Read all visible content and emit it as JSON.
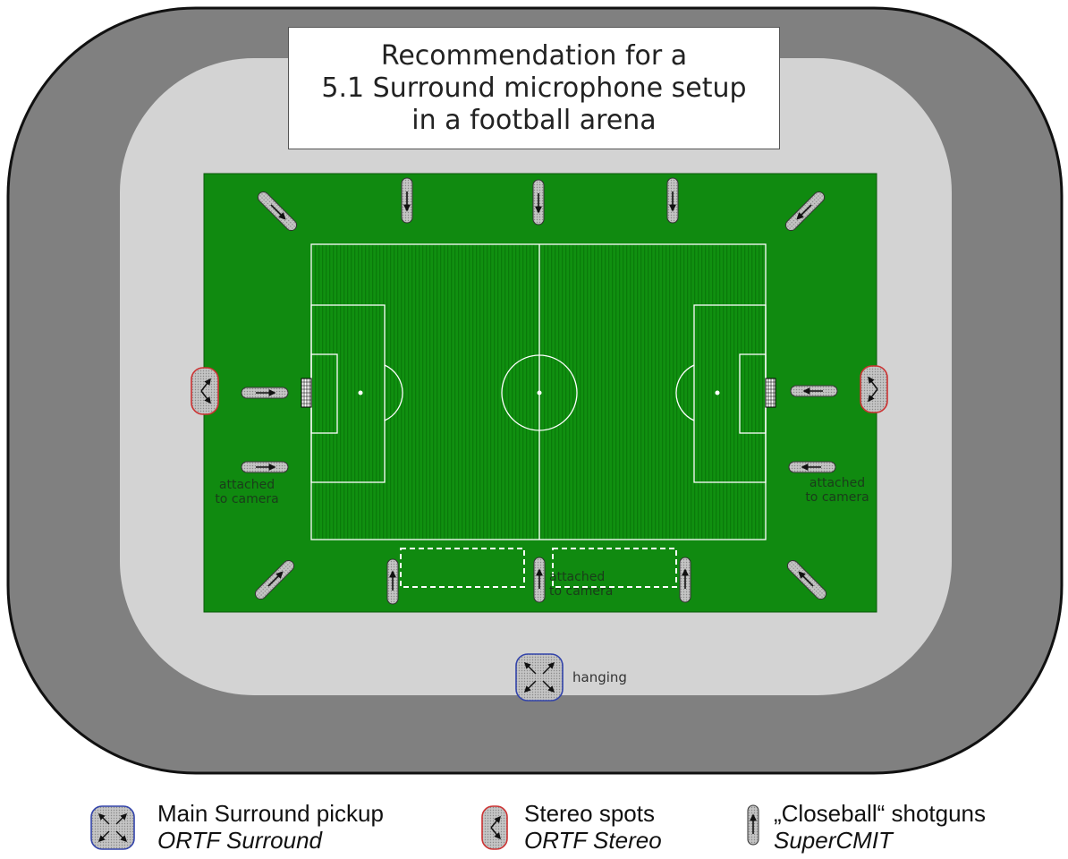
{
  "title": {
    "line1": "Recommendation for a",
    "line2": "5.1 Surround microphone setup",
    "line3": "in a football arena"
  },
  "labels": {
    "left_camera": [
      "attached",
      "to camera"
    ],
    "right_camera": [
      "attached",
      "to camera"
    ],
    "bottom_camera": [
      "attached",
      "to camera"
    ],
    "hanging": "hanging"
  },
  "legend": {
    "main": {
      "title": "Main Surround pickup",
      "subtitle": "ORTF Surround",
      "icon": "surround-mic-icon"
    },
    "stereo": {
      "title": "Stereo spots",
      "subtitle": "ORTF Stereo",
      "icon": "stereo-mic-icon"
    },
    "shotgun": {
      "title": "„Closeball“ shotguns",
      "subtitle": "SuperCMIT",
      "icon": "shotgun-mic-icon"
    }
  },
  "colors": {
    "outer_ring": "#808080",
    "inner_track": "#d0d0d0",
    "turf": "#108a10",
    "pitch_lines": "#ffffff",
    "surround_border": "#3344aa",
    "stereo_border": "#cc3333",
    "mic_fill": "#b8b8b8"
  }
}
